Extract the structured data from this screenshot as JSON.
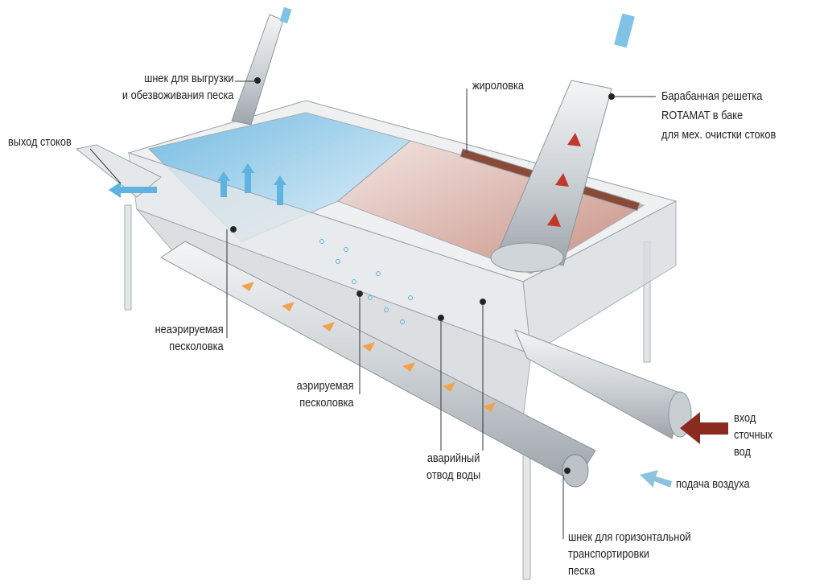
{
  "labels": {
    "dewatering_screw": [
      "шнек для выгрузки",
      "и обезвоживания песка"
    ],
    "outlet": "выход стоков",
    "grease_trap": "жироловка",
    "drum_screen": [
      "Барабанная решетка",
      "ROTAMAT в баке",
      "для мех. очистки стоков"
    ],
    "non_aerated": [
      "неаэрируемая",
      "песколовка"
    ],
    "aerated": [
      "аэрируемая",
      "песколовка"
    ],
    "overflow": [
      "аварийный",
      "отвод воды"
    ],
    "inlet": [
      "вход",
      "сточных",
      "вод"
    ],
    "air_supply": "подача воздуха",
    "horizontal_screw": [
      "шнек для горизонтальной",
      "транспортировки",
      "песка"
    ]
  },
  "colors": {
    "water_blue": "#7fc3e6",
    "sludge_red": "#c98b7c",
    "steel": "#d9dde1",
    "inlet_arrow": "#8b2a1e",
    "air_arrow": "#8cc3e0",
    "screw_orange": "#f0a250"
  }
}
